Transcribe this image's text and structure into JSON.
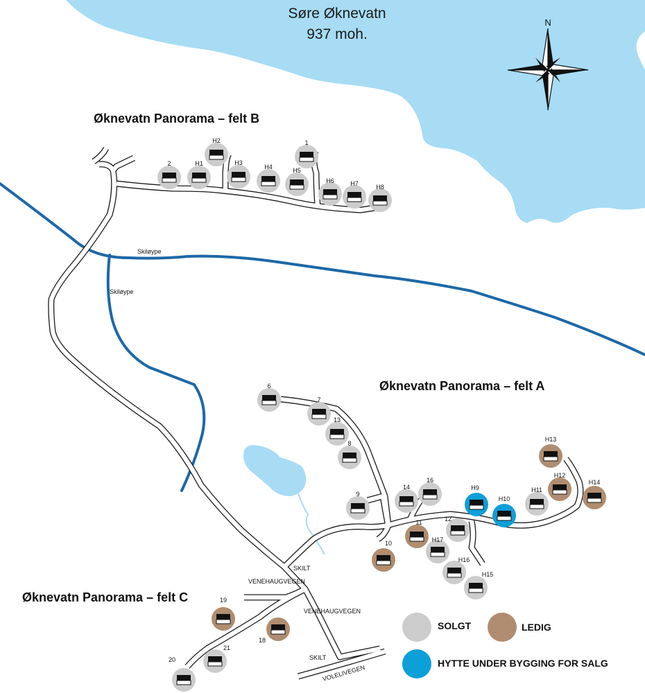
{
  "lake": {
    "name": "Søre Øknevatn",
    "elevation": "937 moh."
  },
  "compass": {
    "north_label": "N"
  },
  "fields": [
    {
      "id": "B",
      "title": "Øknevatn Panorama – felt B"
    },
    {
      "id": "A",
      "title": "Øknevatn Panorama – felt A"
    },
    {
      "id": "C",
      "title": "Øknevatn Panorama – felt C"
    }
  ],
  "trails": [
    {
      "label": "Skiløype"
    },
    {
      "label": "Skiløype"
    }
  ],
  "road_labels": {
    "skilt_1": "SKILT",
    "venehaugvegen_1": "VENEHAUGVEGEN",
    "venehaugvegen_2": "VENEHAUGVEGEN",
    "skilt_2": "SKILT",
    "volelivegen": "VOLELIVEGEN"
  },
  "colors": {
    "water": "#a7dcf4",
    "trail": "#1d68a8",
    "solgt": "#cccccc",
    "ledig": "#b08d70",
    "under_bygging": "#0d9fd8"
  },
  "plots": [
    {
      "label": "2",
      "status": "solgt"
    },
    {
      "label": "H1",
      "status": "solgt"
    },
    {
      "label": "H2",
      "status": "solgt"
    },
    {
      "label": "H3",
      "status": "solgt"
    },
    {
      "label": "H4",
      "status": "solgt"
    },
    {
      "label": "H5",
      "status": "solgt"
    },
    {
      "label": "1",
      "status": "solgt"
    },
    {
      "label": "H6",
      "status": "solgt"
    },
    {
      "label": "H7",
      "status": "solgt"
    },
    {
      "label": "H8",
      "status": "solgt"
    },
    {
      "label": "6",
      "status": "solgt"
    },
    {
      "label": "7",
      "status": "solgt"
    },
    {
      "label": "13",
      "status": "solgt"
    },
    {
      "label": "8",
      "status": "solgt"
    },
    {
      "label": "9",
      "status": "solgt"
    },
    {
      "label": "14",
      "status": "solgt"
    },
    {
      "label": "16",
      "status": "solgt"
    },
    {
      "label": "H9",
      "status": "under_bygging"
    },
    {
      "label": "H10",
      "status": "under_bygging"
    },
    {
      "label": "H11",
      "status": "solgt"
    },
    {
      "label": "H13",
      "status": "ledig"
    },
    {
      "label": "H12",
      "status": "ledig"
    },
    {
      "label": "H14",
      "status": "ledig"
    },
    {
      "label": "11",
      "status": "ledig"
    },
    {
      "label": "12",
      "status": "solgt"
    },
    {
      "label": "H17",
      "status": "solgt"
    },
    {
      "label": "10",
      "status": "ledig"
    },
    {
      "label": "H16",
      "status": "solgt"
    },
    {
      "label": "H15",
      "status": "solgt"
    },
    {
      "label": "19",
      "status": "ledig"
    },
    {
      "label": "18",
      "status": "ledig"
    },
    {
      "label": "21",
      "status": "solgt"
    },
    {
      "label": "20",
      "status": "solgt"
    }
  ],
  "legend": [
    {
      "status": "solgt",
      "label": "SOLGT"
    },
    {
      "status": "ledig",
      "label": "LEDIG"
    },
    {
      "status": "under_bygging",
      "label": "HYTTE UNDER BYGGING FOR SALG"
    }
  ]
}
